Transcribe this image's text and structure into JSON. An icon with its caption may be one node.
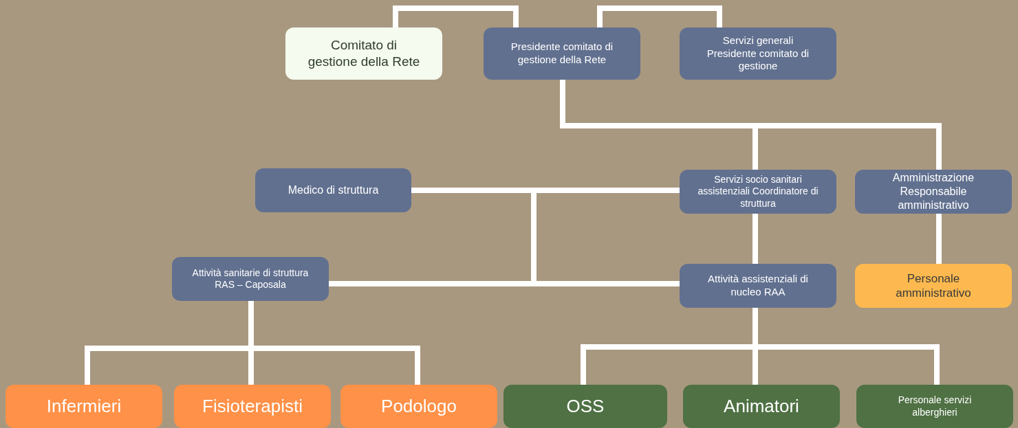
{
  "diagram": {
    "nodes": [
      {
        "text": [
          "Comitato di gestione della Rete"
        ]
      },
      {
        "text": [
          "Presidente comitato di gestione della Rete"
        ]
      },
      {
        "text": [
          "Servizi generali Presidente comitato di gestione"
        ]
      },
      {
        "text": [
          "Servizi socio sanitari assistenziali Coordinatore di struttura"
        ]
      },
      {
        "text": [
          "Amministrazione Responsabile amministrativo"
        ]
      },
      {
        "text": [
          "Medico di struttura"
        ]
      },
      {
        "text": [
          "Attività sanitarie di struttura RAS – Caposala"
        ]
      },
      {
        "text": [
          "Attività assistenziali di nucleo RAA"
        ]
      },
      {
        "text": [
          "Personale amministrativo"
        ]
      },
      {
        "text": [
          "Infermieri"
        ]
      },
      {
        "text": [
          "Fisioterapisti"
        ]
      },
      {
        "text": [
          "Podologo"
        ]
      },
      {
        "text": [
          "OSS"
        ]
      },
      {
        "text": [
          "Animatori"
        ]
      },
      {
        "text": [
          "Personale servizi alberghieri"
        ]
      }
    ],
    "edges": [
      {
        "from": 0,
        "to": 1,
        "arrow": "none"
      },
      {
        "from": 1,
        "to": 2,
        "arrow": "none"
      },
      {
        "from": 1,
        "to": 3,
        "arrow": "none"
      },
      {
        "from": 1,
        "to": 4,
        "arrow": "none"
      },
      {
        "from": 4,
        "to": 8,
        "arrow": "none"
      },
      {
        "from": 5,
        "to": 3,
        "arrow": "none"
      },
      {
        "from": 3,
        "to": 6,
        "arrow": "none"
      },
      {
        "from": 6,
        "to": 7,
        "arrow": "none"
      },
      {
        "from": 3,
        "to": 7,
        "arrow": "none"
      },
      {
        "from": 6,
        "to": 9,
        "arrow": "none"
      },
      {
        "from": 6,
        "to": 10,
        "arrow": "none"
      },
      {
        "from": 6,
        "to": 11,
        "arrow": "none"
      },
      {
        "from": 7,
        "to": 12,
        "arrow": "none"
      },
      {
        "from": 7,
        "to": 13,
        "arrow": "none"
      },
      {
        "from": 7,
        "to": 14,
        "arrow": "none"
      }
    ]
  }
}
